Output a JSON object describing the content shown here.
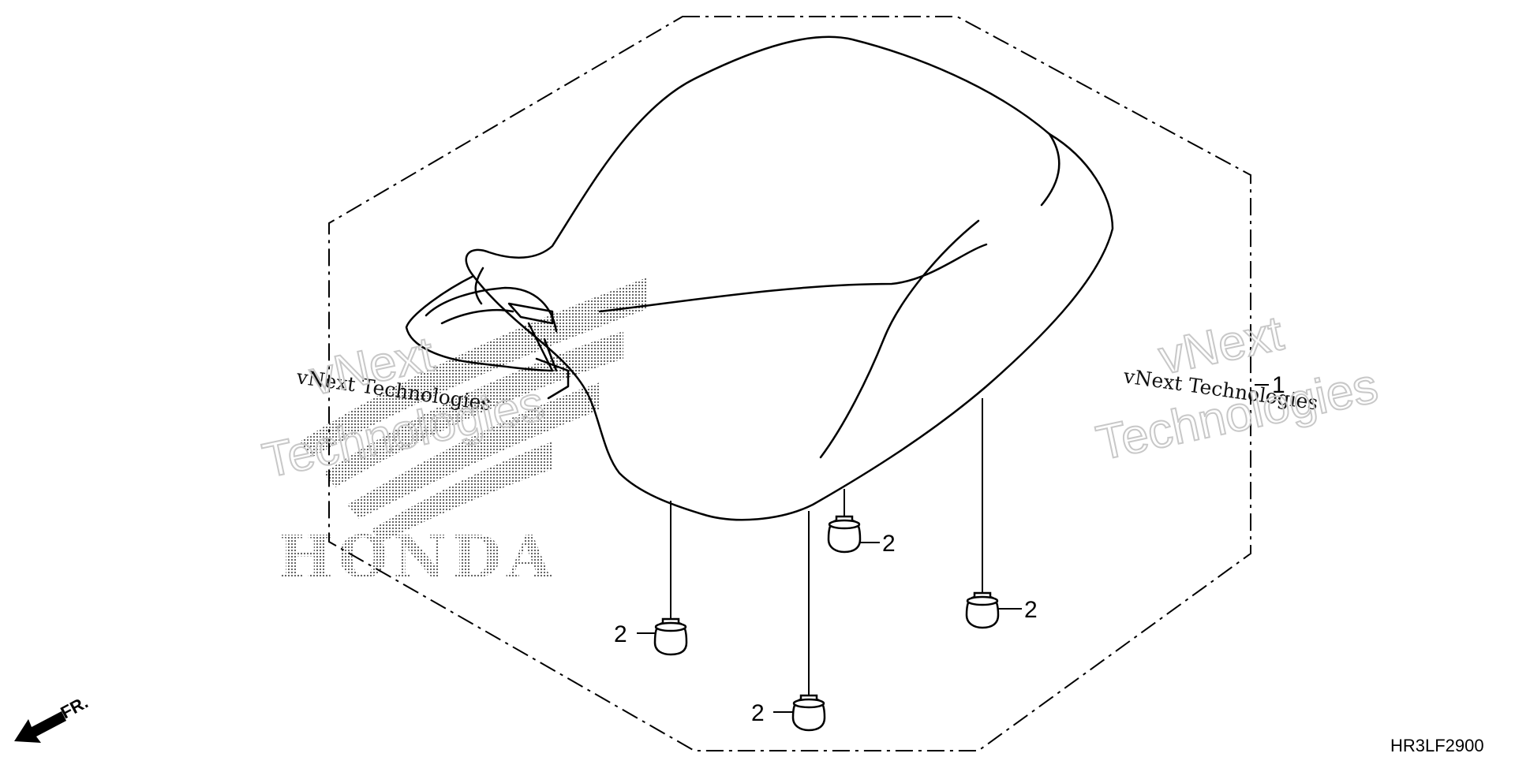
{
  "diagram": {
    "callouts": [
      {
        "id": "seat",
        "label": "1"
      },
      {
        "id": "cushion-a",
        "label": "2"
      },
      {
        "id": "cushion-b",
        "label": "2"
      },
      {
        "id": "cushion-c",
        "label": "2"
      },
      {
        "id": "cushion-d",
        "label": "2"
      }
    ],
    "watermark": {
      "small": "vNext Technologies",
      "big_line1": "vNext",
      "big_line2": "Technologies",
      "logo_text": "HONDA"
    },
    "direction_label": "FR.",
    "part_code": "HR3LF2900",
    "colors": {
      "line": "#000000",
      "watermark_outline": "#c8c8c8",
      "logo_dots": "#555555"
    }
  }
}
